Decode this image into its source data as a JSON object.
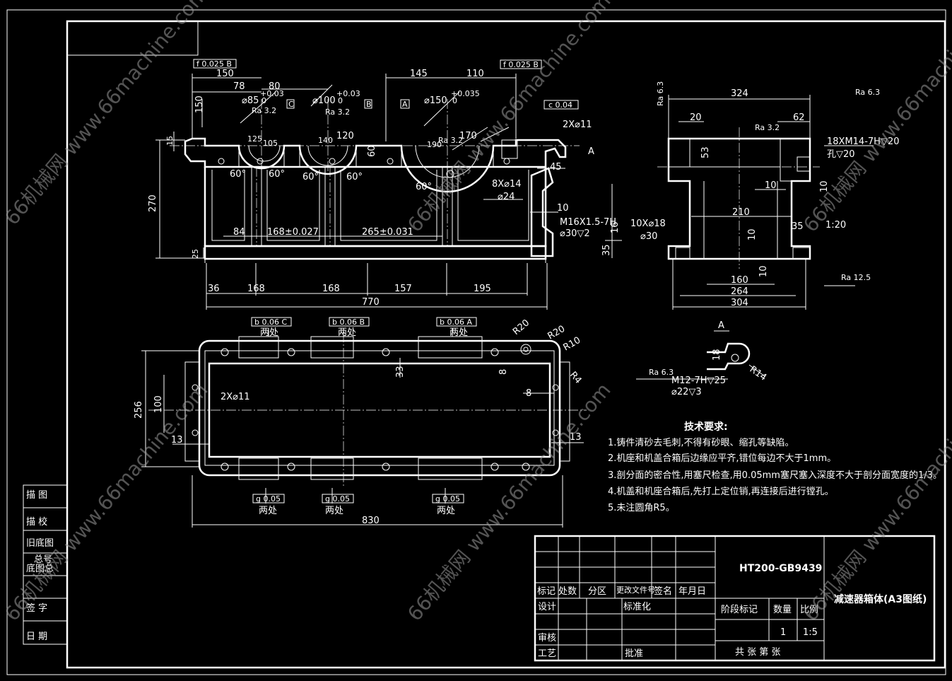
{
  "title_block": {
    "material": "HT200-GB9439",
    "part_name": "减速器箱体(A3图纸)",
    "rev_headers": [
      "标记",
      "处数",
      "分区",
      "更改文件号",
      "签名",
      "年月日"
    ],
    "design": "设计",
    "standardize": "标准化",
    "review": "审核",
    "process": "工艺",
    "approve": "批准",
    "stage_mark": "阶段标记",
    "quantity_label": "数量",
    "scale_label": "比例",
    "quantity": "1",
    "scale": "1:5",
    "sheets": "共 张 第 张"
  },
  "side_labels": [
    "描 图",
    "描 校",
    "旧底图",
    "总号",
    "底图总",
    "签 字",
    "日 期"
  ],
  "tech_req": {
    "title": "技术要求:",
    "items": [
      "1.铸件清砂去毛刺,不得有砂眼、缩孔等缺陷。",
      "2.机座和机盖合箱后边缘应平齐,错位每边不大于1mm。",
      "3.剖分面的密合性,用塞尺检查,用0.05mm塞尺塞入深度不大于剖分面宽度的1/3。",
      "4.机盖和机座合箱后,先打上定位销,再连接后进行镗孔。",
      "5.未注圆角R5。"
    ]
  },
  "front_view": {
    "top_dims": [
      "150",
      "78",
      "80",
      "145",
      "110"
    ],
    "bores": [
      "⌀85",
      "⌀100",
      "⌀150"
    ],
    "tol": "+0.03",
    "tol_b": "+0.035",
    "zero": "0",
    "fcf1": "f 0.025 B",
    "fcf2": "f 0.025 B",
    "fcf3": "c 0.04",
    "ra32": "Ra 3.2",
    "datum_c": "C",
    "datum_b": "B",
    "datum_a": "A",
    "radii": [
      "125",
      "105",
      "140",
      "120",
      "190",
      "170"
    ],
    "hole_2x": "2X⌀11",
    "hole_8x": "8X⌀14",
    "cbore_24": "⌀24",
    "angle60": "60°",
    "angle45": "45",
    "dim_270": "270",
    "dim_15": "15",
    "dim_25": "25",
    "dim_60": "60",
    "dim_10": "10",
    "dim_150v": "150",
    "thread": "M16X1.5-7H",
    "cbore_30": "⌀30▽2",
    "dim_16": "16",
    "dim_35": "35",
    "inner_dims": [
      "84",
      "168±0.027",
      "265±0.031"
    ],
    "bottom_dims": [
      "36",
      "168",
      "168",
      "157",
      "195"
    ],
    "overall": "770",
    "view_a": "A"
  },
  "side_view": {
    "width": "324",
    "dim_20": "20",
    "dim_62": "62",
    "dim_53": "53",
    "ra63": "Ra 6.3",
    "ra32": "Ra 3.2",
    "ra125": "Ra 12.5",
    "thread": "18XM14-7H▽20",
    "hole_depth": "孔▽20",
    "dim_10a": "10",
    "dim_10b": "10",
    "dim_10c": "10",
    "dim_10d": "10",
    "dim_210": "210",
    "dim_35": "35",
    "slope": "1:20",
    "holes": "10X⌀18",
    "cbore": "⌀30",
    "dims_bottom": [
      "160",
      "264",
      "304"
    ]
  },
  "plan_view": {
    "fcf_top": [
      "b 0.06 C",
      "b 0.06 B",
      "b 0.06 A"
    ],
    "fcf_bot": [
      "g 0.05",
      "g 0.05",
      "g 0.05"
    ],
    "two_places": "两处",
    "r20a": "R20",
    "r20b": "R20",
    "r10": "R10",
    "r4": "R4",
    "dim_8a": "8",
    "dim_8b": "8",
    "dim_33": "33",
    "hole": "2X⌀11",
    "dim_256": "256",
    "dim_100": "100",
    "dim_13a": "13",
    "dim_13b": "13",
    "overall": "830"
  },
  "detail_a": {
    "label": "A",
    "dim_18": "18",
    "r14": "R14",
    "ra63": "Ra 6.3",
    "thread": "M12-7H▽25",
    "cbore": "⌀22▽3"
  },
  "watermark": "66机械网 www.66machine.com"
}
